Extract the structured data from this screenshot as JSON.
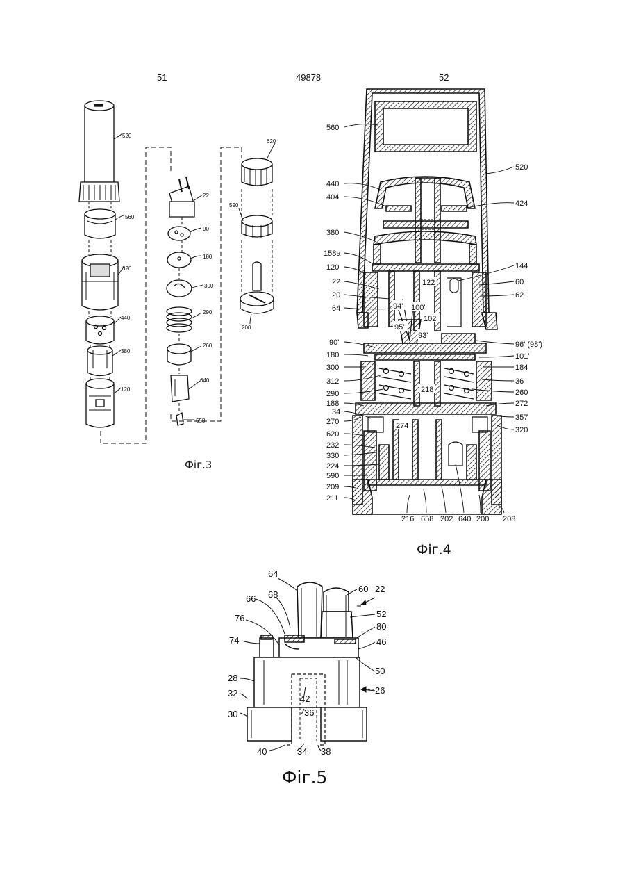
{
  "header": {
    "page_left": "51",
    "page_center": "49878",
    "page_right": "52"
  },
  "captions": {
    "fig3": "Фіг.3",
    "fig4": "Фіг.4",
    "fig5": "Фіг.5"
  },
  "fig3": {
    "labels": [
      "520",
      "560",
      "320",
      "440",
      "380",
      "120",
      "22",
      "90",
      "180",
      "300",
      "290",
      "260",
      "640",
      "658",
      "620",
      "590",
      "200"
    ]
  },
  "fig4": {
    "left_labels": [
      "560",
      "440",
      "404",
      "380",
      "158a",
      "120",
      "22",
      "20",
      "64",
      "90'",
      "180",
      "300",
      "312",
      "290",
      "188",
      "34",
      "270",
      "620",
      "232",
      "330",
      "224",
      "590",
      "209",
      "211"
    ],
    "right_labels": [
      "520",
      "424",
      "144",
      "60",
      "62",
      "96' (98')",
      "101'",
      "184",
      "36",
      "260",
      "272",
      "357",
      "320"
    ],
    "inner_labels": [
      "122",
      "94'",
      "100'",
      "95'",
      "102'",
      "93'",
      "218",
      "274"
    ],
    "bottom_labels": [
      "216",
      "658",
      "202",
      "640",
      "200",
      "208"
    ]
  },
  "fig5": {
    "labels": [
      "64",
      "68",
      "66",
      "76",
      "74",
      "28",
      "32",
      "30",
      "60",
      "22",
      "52",
      "80",
      "46",
      "50",
      "26",
      "42",
      "36",
      "40",
      "34",
      "38"
    ]
  }
}
